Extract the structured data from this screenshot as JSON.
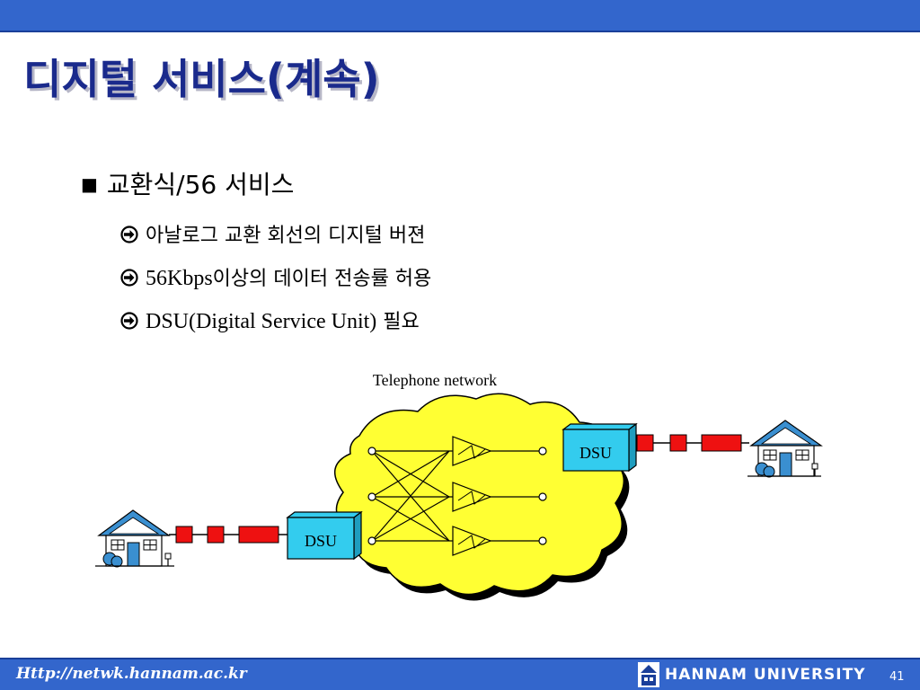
{
  "slide": {
    "title": "디지털 서비스(계속)",
    "bullet": "교환식/56 서비스",
    "bullet_marker": "■",
    "sub_items": [
      {
        "text": "아날로그 교환 회선의 디지털 버젼"
      },
      {
        "prefix": "56Kbps",
        "text": "이상의 데이터 전송률 허용"
      },
      {
        "prefix": "DSU(Digital Service Unit)",
        "text": " 필요"
      }
    ],
    "arrow_icon": "arrow-circle-icon"
  },
  "diagram": {
    "network_label": "Telephone network",
    "dsu_left": "DSU",
    "dsu_right": "DSU",
    "colors": {
      "cloud": "#ffff33",
      "dsu": "#33ccee",
      "line": "#ee1111",
      "house_roof": "#3a8fd0"
    }
  },
  "footer": {
    "url": "Http://netwk.hannam.ac.kr",
    "university": "HANNAM UNIVERSITY",
    "page_number": "41"
  },
  "theme": {
    "bar": "#3366cc",
    "title": "#1a2a8c"
  }
}
